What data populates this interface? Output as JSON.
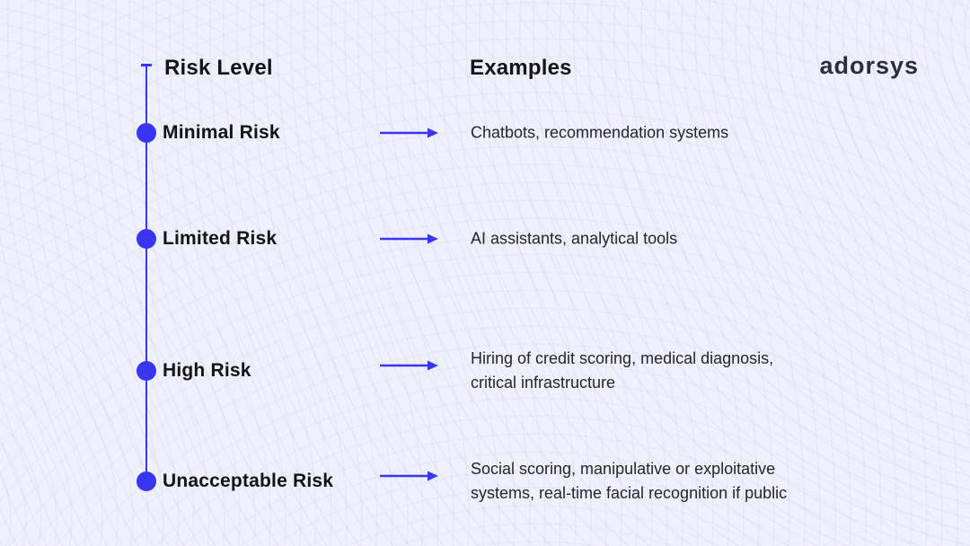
{
  "page": {
    "background_color": "#eef0fb",
    "accent_color": "#3a35f0",
    "logo_text": "adorsys"
  },
  "header": {
    "risk_level_label": "Risk Level",
    "examples_label": "Examples"
  },
  "rows": [
    {
      "label": "Minimal Risk",
      "example_lines": [
        "Chatbots, recommendation systems"
      ]
    },
    {
      "label": "Limited Risk",
      "example_lines": [
        "AI assistants, analytical tools"
      ]
    },
    {
      "label": "High Risk",
      "example_lines": [
        "Hiring of credit scoring, medical diagnosis,",
        "critical infrastructure"
      ]
    },
    {
      "label": "Unacceptable Risk",
      "example_lines": [
        "Social scoring, manipulative or exploitative",
        "systems, real-time facial recognition if public"
      ]
    }
  ]
}
